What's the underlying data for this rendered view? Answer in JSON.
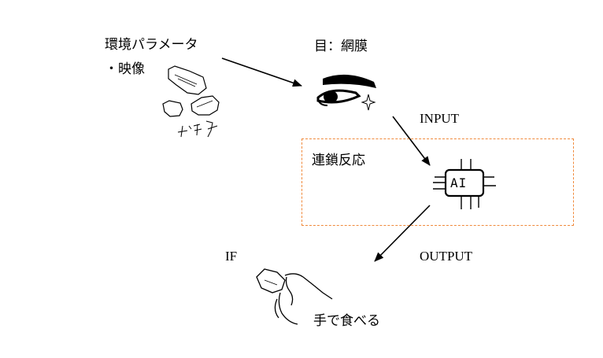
{
  "env_params": "環境パラメータ",
  "video": "・映像",
  "chips_scribble": "ポテチ",
  "eye_retina": "目：網膜",
  "input": "INPUT",
  "chain_reaction": "連鎖反応",
  "ai_chip": "AI",
  "if": "IF",
  "output": "OUTPUT",
  "eat_by_hand": "手で食べる",
  "colors": {
    "dashed_box": "#f08a3c",
    "ink": "#000000"
  }
}
